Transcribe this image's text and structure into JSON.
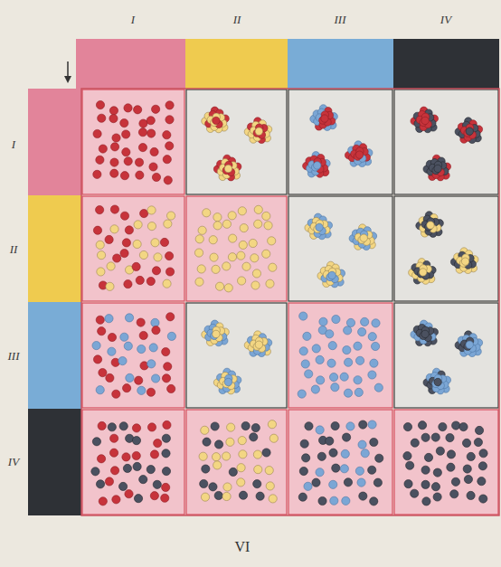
{
  "diagram": {
    "caption": "VI",
    "labels": [
      "I",
      "II",
      "III",
      "IV",
      "I",
      "II",
      "III",
      "IV"
    ]
  }
}
